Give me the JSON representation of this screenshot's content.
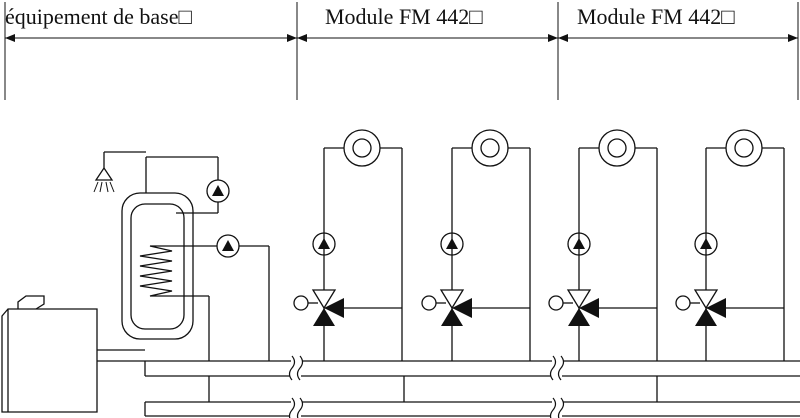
{
  "sections": [
    {
      "label": "équipement de base"
    },
    {
      "label": "Module FM 442"
    },
    {
      "label": "Module FM 442"
    }
  ],
  "label_suffix_glyph": "□",
  "components": {
    "boiler": "boiler-icon",
    "tank": "hot-water-tank-icon",
    "coil": "heating-coil-icon",
    "shower": "shower-icon",
    "pump": "circulation-pump-icon",
    "mixer": "three-way-mixing-valve-icon",
    "radiator": "radiator-icon"
  },
  "colors": {
    "line": "#111111",
    "background": "#ffffff"
  }
}
